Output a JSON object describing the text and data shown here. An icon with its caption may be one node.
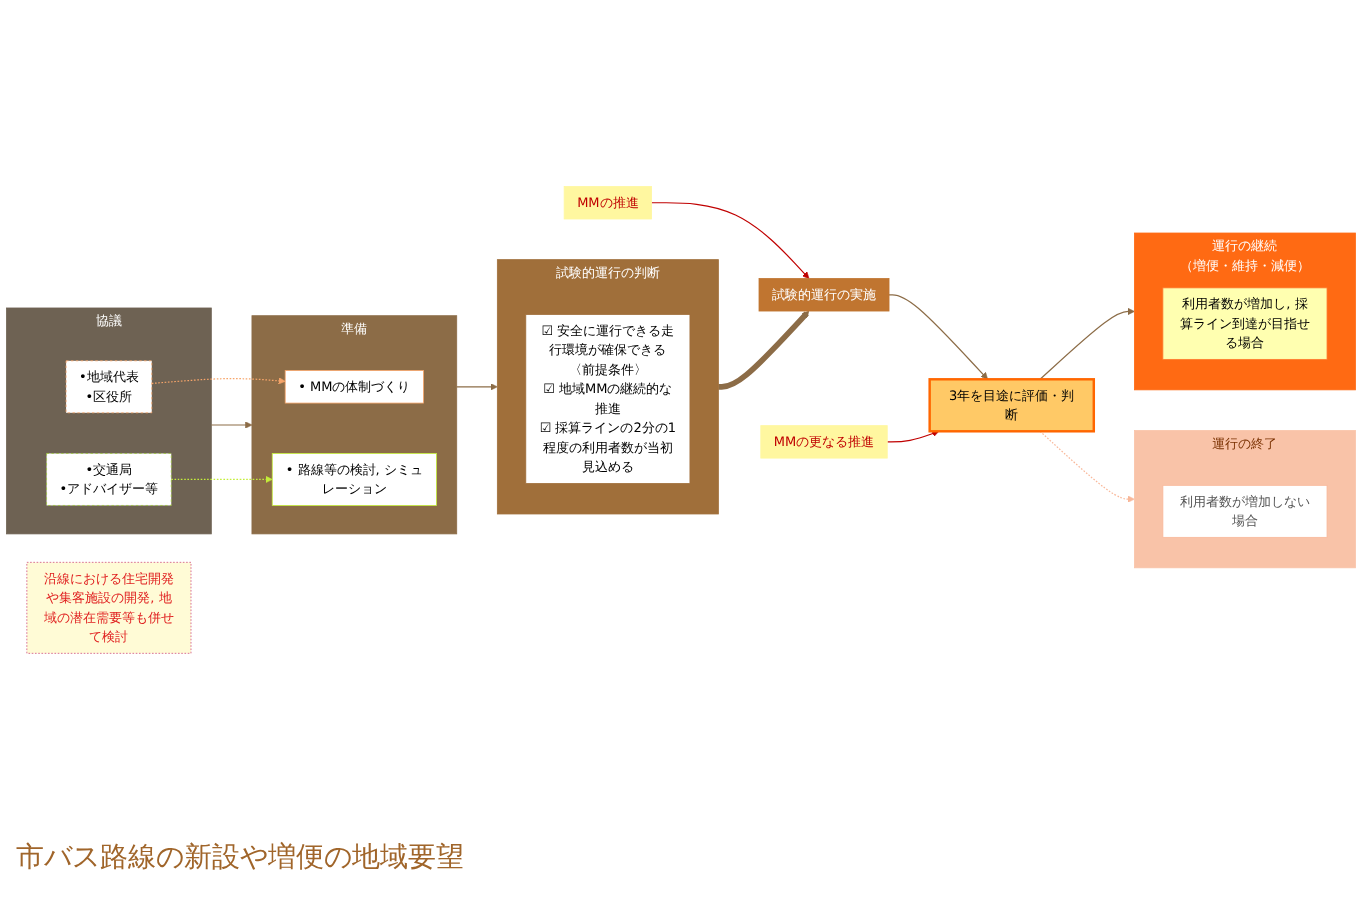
{
  "diagram": {
    "nodes": [
      {
        "text": [
          "協議"
        ]
      },
      {
        "text": [
          "•地域代表",
          "•区役所"
        ],
        "in": 0
      },
      {
        "text": [
          "•交通局",
          "•アドバイザー等"
        ],
        "in": 0
      },
      {
        "text": [
          "準備"
        ]
      },
      {
        "text": [
          "• MMの体制づくり"
        ],
        "in": 3
      },
      {
        "text": [
          "• 路線等の検討, シミュレーション"
        ],
        "in": 3
      },
      {
        "text": [
          "試験的運行の判断"
        ]
      },
      {
        "text": [
          "☑ 安全に運行できる走行環境が確保できる〈前提条件〉",
          "☑ 地域MMの継続的な推進",
          "☑ 採算ラインの2分の1程度の利用者数が当初見込める"
        ],
        "in": 6
      },
      {
        "text": [
          "沿線における住宅開発や集客施設の開発, 地域の潜在需要等も併せて検討"
        ]
      },
      {
        "text": [
          "MMの推進"
        ]
      },
      {
        "text": [
          "試験的運行の実施"
        ]
      },
      {
        "text": [
          "MMの更なる推進"
        ]
      },
      {
        "text": [
          "3年を目途に評価・判断"
        ]
      },
      {
        "text": [
          "運行の継続",
          "（増便・維持・減便）"
        ]
      },
      {
        "text": [
          "利用者数が増加し, 採算ライン到達が目指せる場合"
        ],
        "in": 13
      },
      {
        "text": [
          "運行の終了"
        ]
      },
      {
        "text": [
          "利用者数が増加しない場合"
        ],
        "in": 15
      }
    ],
    "edges": [
      {
        "from": 0,
        "to": 3,
        "arrow": "to"
      },
      {
        "from": 3,
        "to": 6,
        "arrow": "to"
      },
      {
        "from": 1,
        "to": 4,
        "arrow": "to",
        "style": "dashed",
        "color": "#f7a56a"
      },
      {
        "from": 2,
        "to": 5,
        "arrow": "to",
        "style": "dashed",
        "color": "#c4ee3a"
      },
      {
        "from": 6,
        "to": 10,
        "arrow": "to",
        "style": "thick"
      },
      {
        "from": 9,
        "to": 10,
        "arrow": "to",
        "color": "#c00000"
      },
      {
        "from": 10,
        "to": 12,
        "arrow": "to"
      },
      {
        "from": 11,
        "to": 12,
        "arrow": "to",
        "color": "#c00000"
      },
      {
        "from": 12,
        "to": 13,
        "arrow": "to"
      },
      {
        "from": 12,
        "to": 15,
        "arrow": "to",
        "style": "dashed",
        "color": "#f9b89a"
      }
    ],
    "labels": [
      "市バス路線の新設や増便の地域要望"
    ]
  }
}
